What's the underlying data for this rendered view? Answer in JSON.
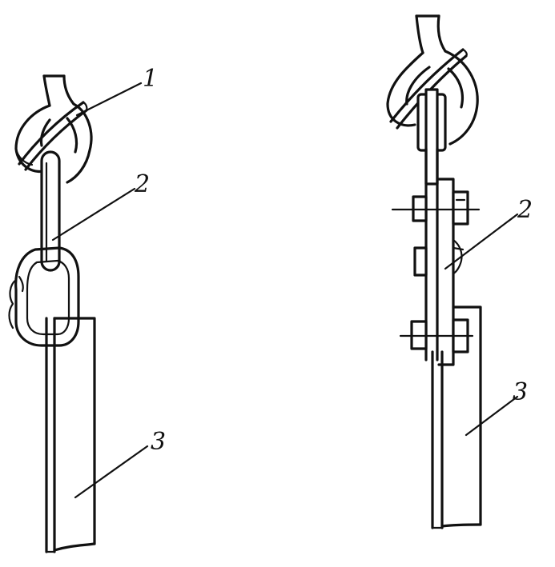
{
  "labels": {
    "left": {
      "hook": "1",
      "link": "2",
      "strip": "3"
    },
    "right": {
      "clamp": "2",
      "strip": "3"
    }
  },
  "colors": {
    "ink": "#111111",
    "paper": "#ffffff"
  }
}
